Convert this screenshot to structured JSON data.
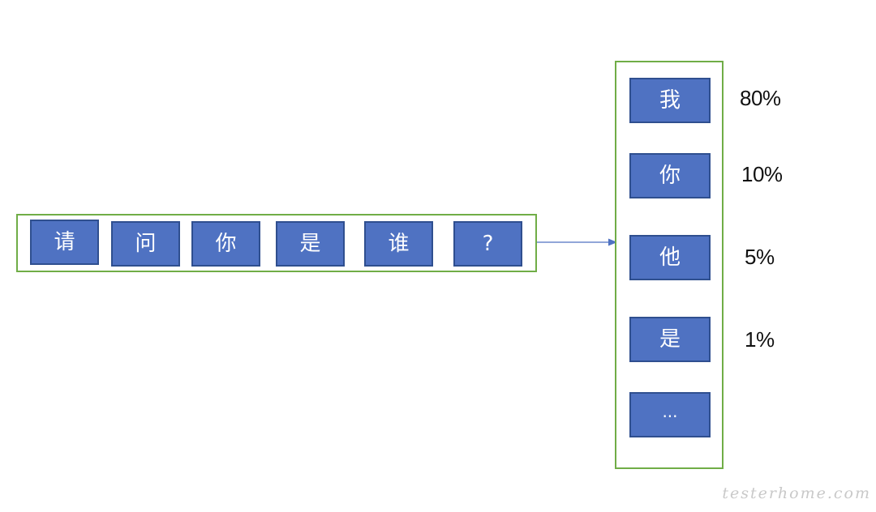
{
  "input": {
    "tokens": [
      "请",
      "问",
      "你",
      "是",
      "谁",
      "?"
    ]
  },
  "output": {
    "candidates": [
      {
        "token": "我",
        "probability": "80%"
      },
      {
        "token": "你",
        "probability": "10%"
      },
      {
        "token": "他",
        "probability": "5%"
      },
      {
        "token": "是",
        "probability": "1%"
      },
      {
        "token": "...",
        "probability": ""
      }
    ]
  },
  "watermark": "testerhome.com",
  "colors": {
    "box_fill": "#4f72c2",
    "box_border": "#2f4f8f",
    "frame_border": "#70ad47",
    "arrow": "#4f72c2"
  }
}
